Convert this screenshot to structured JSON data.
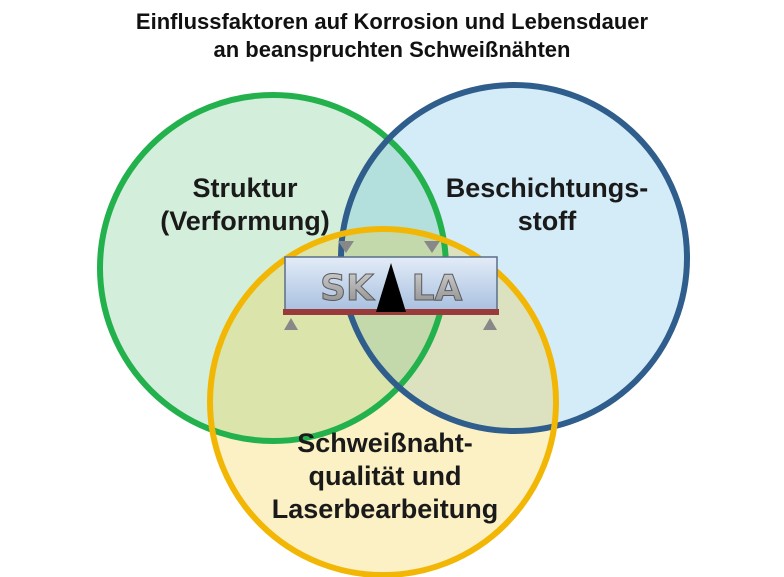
{
  "title": {
    "line1": "Einflussfaktoren auf Korrosion und Lebensdauer",
    "line2": "an beanspruchten Schweißnähten"
  },
  "circles": {
    "struktur": {
      "label_line1": "Struktur",
      "label_line2": "(Verformung)",
      "fill": "#cdebd3",
      "stroke": "#22b14c"
    },
    "beschichtung": {
      "label_line1": "Beschichtungs-",
      "label_line2": "stoff",
      "fill": "#d6ecf7",
      "stroke": "#2f5d8c"
    },
    "schweissnaht": {
      "label_line1": "Schweißnaht-",
      "label_line2": "qualität und",
      "label_line3": "Laserbearbeitung",
      "fill": "#fbefc4",
      "stroke": "#f2b705"
    }
  },
  "logo": {
    "left_text": "SK",
    "right_text": "LA",
    "bar_color": "#9a3a3a",
    "panel_color": "#c9d9ee"
  }
}
